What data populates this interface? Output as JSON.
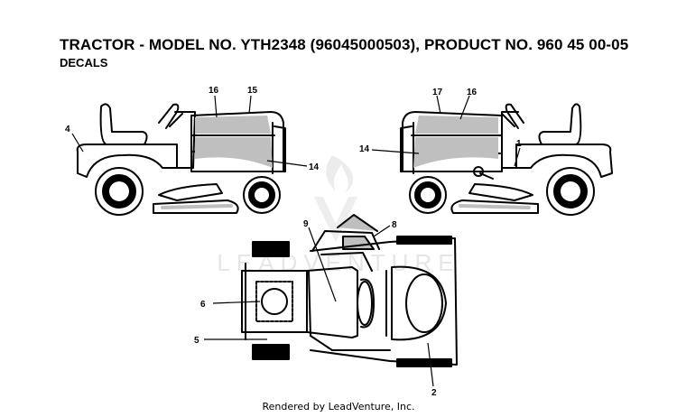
{
  "header": {
    "title": "TRACTOR - MODEL NO. YTH2348 (96045000503), PRODUCT NO. 960 45 00-05",
    "subtitle": "DECALS"
  },
  "callouts": {
    "c1": "1",
    "c2": "2",
    "c4": "4",
    "c5": "5",
    "c6": "6",
    "c8": "8",
    "c9": "9",
    "c14a": "14",
    "c14b": "14",
    "c15": "15",
    "c16a": "16",
    "c16b": "16",
    "c17": "17"
  },
  "watermark": {
    "text": "LEADVENTURE"
  },
  "footer": {
    "text": "Rendered by LeadVenture, Inc."
  }
}
